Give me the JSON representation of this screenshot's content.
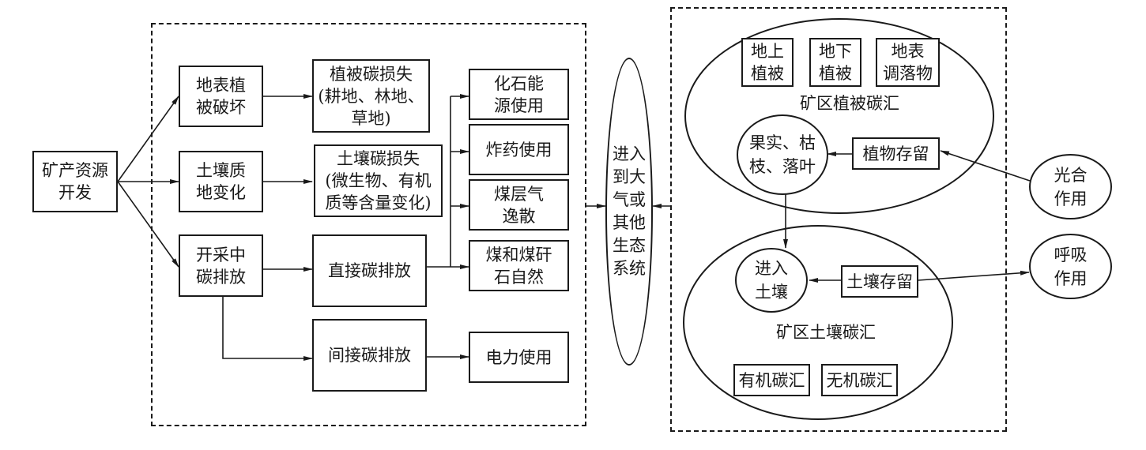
{
  "source": "矿产资源开发",
  "impacts": [
    {
      "label": "地表植\n被破坏",
      "effect": "植被碳损失\n(耕地、林地、\n草地)"
    },
    {
      "label": "土壤质\n地变化",
      "effect": "土壤碳损失\n(微生物、有机\n质等含量变化)"
    },
    {
      "label": "开采中\n碳排放"
    }
  ],
  "emissions": {
    "direct": "直接碳排放",
    "indirect": "间接碳排放",
    "direct_sources": [
      "化石能\n源使用",
      "炸药使用",
      "煤层气\n逸散",
      "煤和煤矸\n石自然"
    ],
    "indirect_source": "电力使用"
  },
  "atmosphere": "进入\n到大\n气或\n其他\n生态\n系统",
  "vegetation_sink": {
    "title": "矿区植被碳汇",
    "components": [
      "地上\n植被",
      "地下\n植被",
      "地表\n调落物"
    ],
    "litter": "果实、枯\n枝、落叶",
    "storage": "植物存留"
  },
  "soil_sink": {
    "title": "矿区土壤碳汇",
    "enter_soil": "进入\n土壤",
    "storage": "土壤存留",
    "components": [
      "有机碳汇",
      "无机碳汇"
    ]
  },
  "processes": {
    "photosynthesis": "光合\n作用",
    "respiration": "呼吸\n作用"
  }
}
